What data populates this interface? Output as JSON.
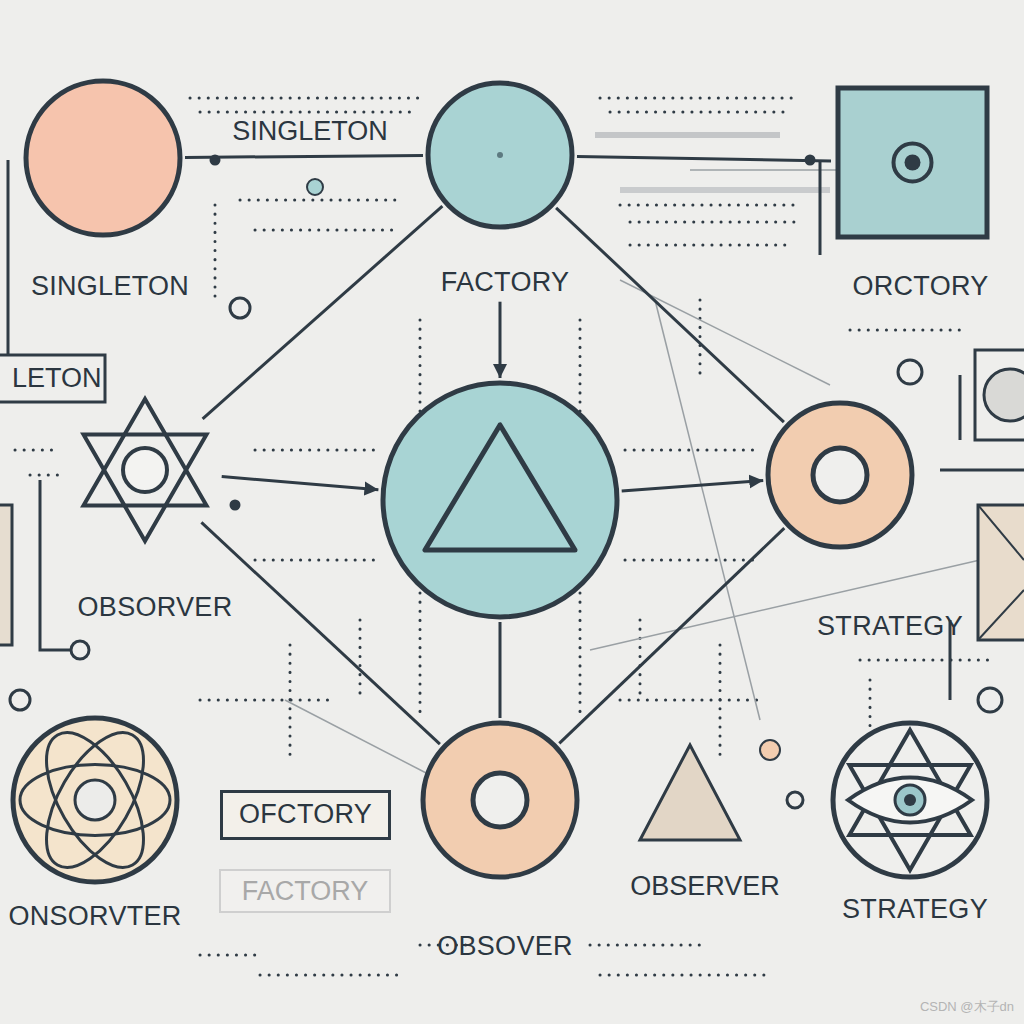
{
  "diagram": {
    "nodes": [
      {
        "text": [
          "SINGLETON"
        ]
      },
      {
        "text": [
          "FACTORY"
        ]
      },
      {
        "text": [
          "ORCTORY"
        ]
      },
      {
        "text": [
          "OBSORVER"
        ]
      },
      {
        "text": []
      },
      {
        "text": [
          "STRATEGY"
        ]
      },
      {
        "text": [
          "ONSORVTER"
        ]
      },
      {
        "text": [
          "OBSOVER"
        ]
      },
      {
        "text": [
          "STRATEGY"
        ]
      },
      {
        "text": [
          "OFCTORY"
        ]
      }
    ],
    "edges": [
      {
        "from": 0,
        "to": 1,
        "arrow": "none"
      },
      {
        "from": 1,
        "to": 2,
        "arrow": "none"
      },
      {
        "from": 1,
        "to": 4,
        "arrow": "to"
      },
      {
        "from": 3,
        "to": 4,
        "arrow": "to"
      },
      {
        "from": 4,
        "to": 5,
        "arrow": "to"
      },
      {
        "from": 4,
        "to": 7,
        "arrow": "none"
      },
      {
        "from": 1,
        "to": 3,
        "arrow": "none"
      },
      {
        "from": 1,
        "to": 5,
        "arrow": "none"
      },
      {
        "from": 3,
        "to": 7,
        "arrow": "none"
      },
      {
        "from": 5,
        "to": 7,
        "arrow": "none"
      }
    ],
    "labels": [
      "SINGLETON",
      "LETON",
      "FACTORY",
      "OBSERVER",
      "CSDN @木子dn"
    ]
  }
}
